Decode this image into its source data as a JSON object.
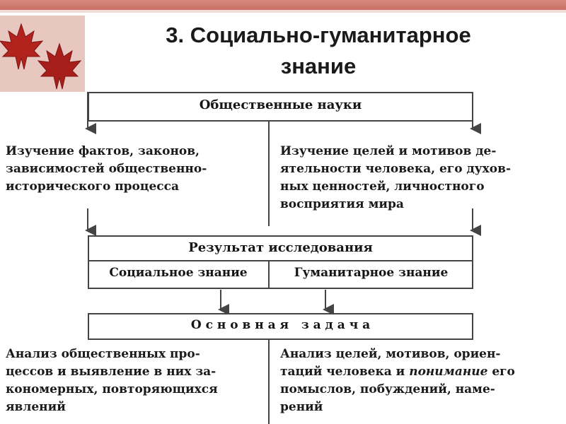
{
  "title": {
    "line1": "3. Социально-гуманитарное",
    "line2": "знание"
  },
  "diagram": {
    "top_box": "Общественные науки",
    "left_study": [
      "Изучение фактов, законов,",
      "зависимостей общественно-",
      "исторического процесса"
    ],
    "right_study": [
      "Изучение целей и мотивов де-",
      "ятельности человека, его духов-",
      "ных ценностей, личностного",
      "восприятия мира"
    ],
    "result_box": "Результат исследования",
    "social_box": "Социальное знание",
    "humanitarian_box": "Гуманитарное знание",
    "task_box": "О с н о в н а я   з а д а ч а",
    "left_task": [
      "Анализ общественных про-",
      "цессов и выявление в них за-",
      "кономерных, повторяющихся",
      "явлений"
    ],
    "right_task_line1": "Анализ целей, мотивов, ориен-",
    "right_task_line2_pre": "таций человека и ",
    "right_task_line2_it": "понимание",
    "right_task_line2_post": " его",
    "right_task_line3": "помыслов, побуждений, наме-",
    "right_task_line4": "рений"
  },
  "colors": {
    "topbar": "#c86f64",
    "leaf": "#b3231d",
    "line": "#444444"
  }
}
